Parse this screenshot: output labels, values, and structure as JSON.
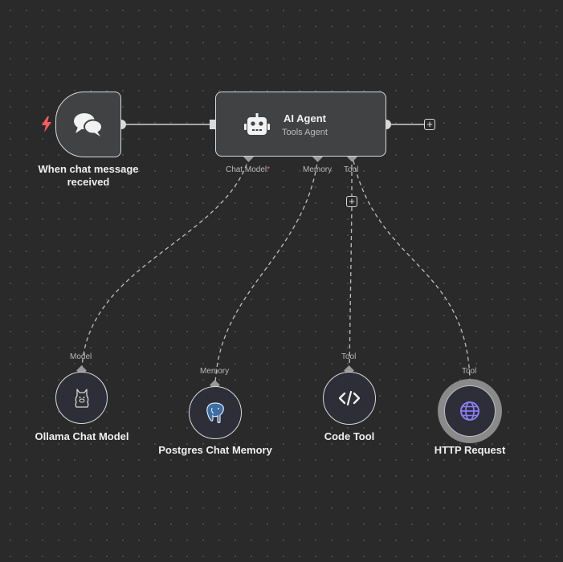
{
  "trigger_node": {
    "label": "When chat message received",
    "icon": "chat-bubbles-icon",
    "badge_icon": "lightning-bolt-icon",
    "badge_color": "#ff5a5a"
  },
  "agent_node": {
    "title": "AI Agent",
    "subtitle": "Tools Agent",
    "icon": "robot-icon",
    "ports": {
      "chat_model": "Chat Model",
      "chat_model_required": "*",
      "memory": "Memory",
      "tool": "Tool"
    }
  },
  "sub_nodes": {
    "ollama": {
      "label": "Ollama Chat Model",
      "port": "Model",
      "icon": "llama-icon"
    },
    "postgres": {
      "label": "Postgres Chat Memory",
      "port": "Memory",
      "icon": "postgres-elephant-icon"
    },
    "code": {
      "label": "Code Tool",
      "port": "Tool",
      "icon": "code-brackets-icon"
    },
    "http": {
      "label": "HTTP Request",
      "port": "Tool",
      "icon": "globe-icon",
      "accent": "#8b7cf6"
    }
  },
  "add_buttons": {
    "symbol": "+"
  }
}
